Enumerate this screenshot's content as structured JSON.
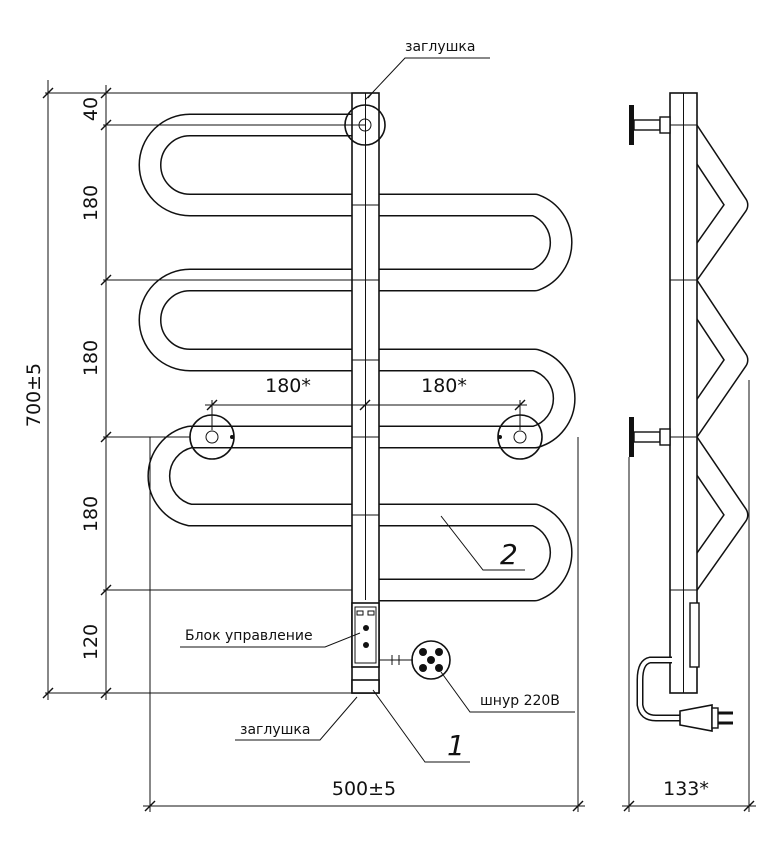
{
  "labels": {
    "plug_top": "заглушка",
    "plug_bottom": "заглушка",
    "control_block": "Блок управление",
    "cord": "шнур 220В",
    "part1": "1",
    "part2": "2"
  },
  "dimensions": {
    "total_height": "700±5",
    "seg_top": "40",
    "seg_1": "180",
    "seg_2": "180",
    "seg_3": "180",
    "seg_bottom": "120",
    "mount_left": "180*",
    "mount_right": "180*",
    "width": "500±5",
    "depth": "133*"
  }
}
